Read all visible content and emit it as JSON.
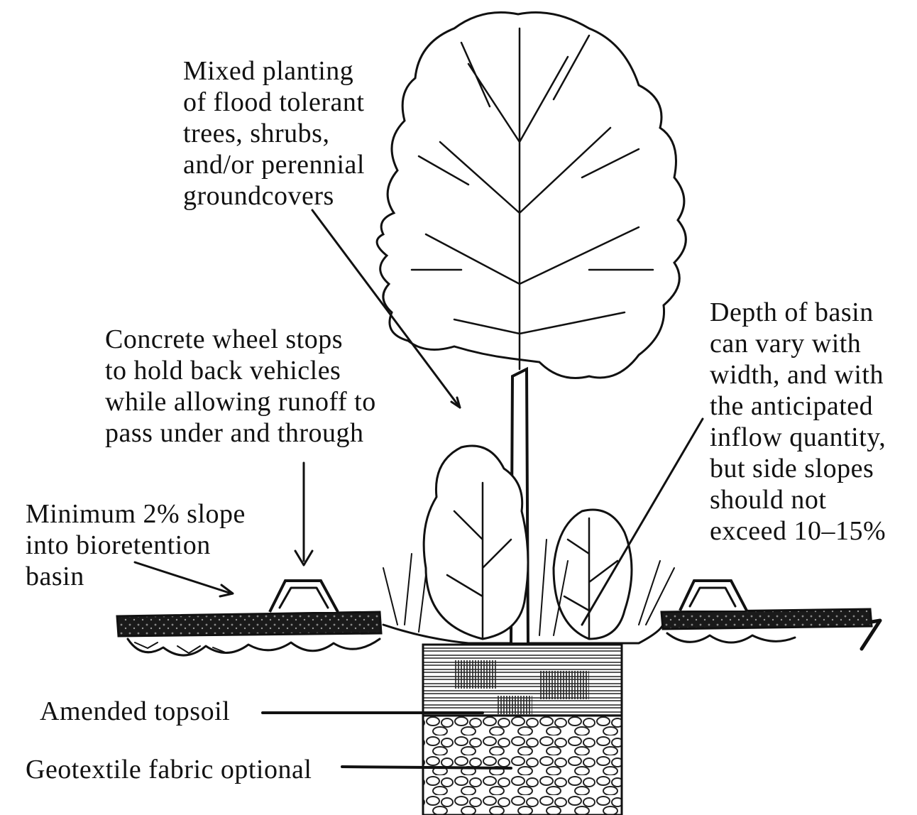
{
  "labels": {
    "planting": [
      "Mixed planting",
      "of flood tolerant",
      "trees, shrubs,",
      "and/or perennial",
      "groundcovers"
    ],
    "wheel_stops": [
      "Concrete wheel stops",
      "to hold back vehicles",
      "while allowing runoff to",
      "pass under and through"
    ],
    "depth": [
      "Depth of basin",
      "can vary with",
      "width, and with",
      "the anticipated",
      "inflow quantity,",
      "but side slopes",
      "should not",
      "exceed 10–15%"
    ],
    "slope": [
      "Minimum 2% slope",
      "into bioretention",
      "basin"
    ],
    "topsoil": "Amended topsoil",
    "geotextile": "Geotextile fabric optional"
  }
}
